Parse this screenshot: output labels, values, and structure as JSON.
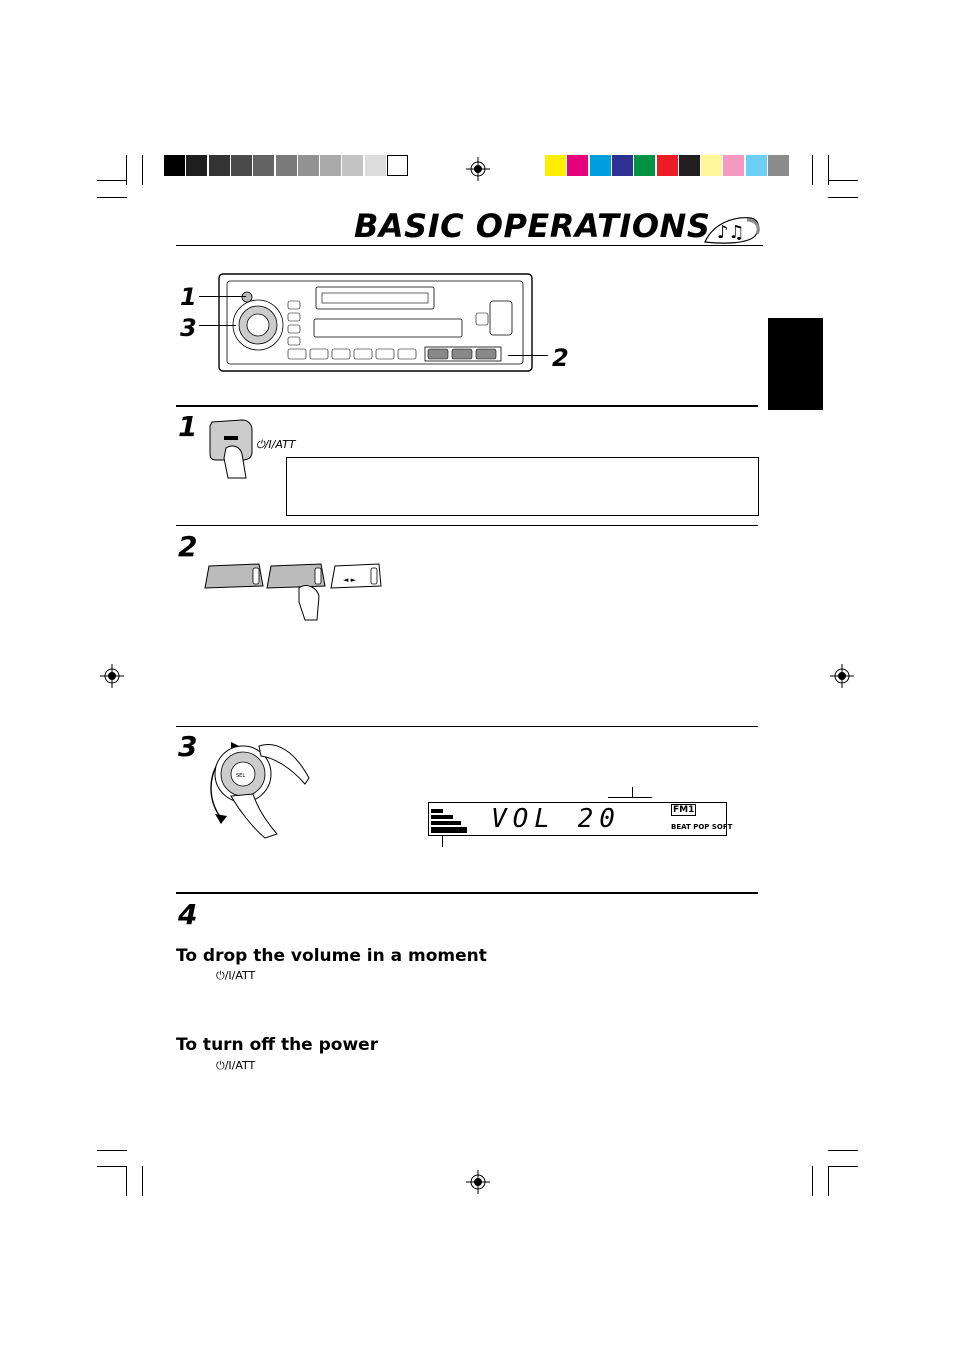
{
  "page": {
    "title": "BASIC OPERATIONS"
  },
  "device_callouts": [
    "1",
    "3",
    "2"
  ],
  "steps": [
    {
      "number": "1",
      "button_label": "⏻/I/ATT"
    },
    {
      "number": "2"
    },
    {
      "number": "3",
      "display_text": "VOL 20",
      "display_mode": "FM1",
      "display_sound_modes": "BEAT POP SOFT"
    },
    {
      "number": "4"
    }
  ],
  "sections": [
    {
      "heading": "To drop the volume in a moment",
      "button_label": "⏻/I/ATT"
    },
    {
      "heading": "To turn off the power",
      "button_label": "⏻/I/ATT"
    }
  ],
  "colors": {
    "grayscale_bars": [
      "#000000",
      "#1e1e1e",
      "#333333",
      "#4a4a4a",
      "#636363",
      "#7a7a7a",
      "#929292",
      "#aaaaaa",
      "#c3c3c3",
      "#dcdcdc",
      "#ffffff"
    ],
    "color_bars": [
      "#ffee00",
      "#e6007e",
      "#00a0e0",
      "#2e3192",
      "#009245",
      "#ed1c24",
      "#231f20",
      "#fff799",
      "#f49ac1",
      "#6dcff6",
      "#8c8c8c"
    ]
  }
}
